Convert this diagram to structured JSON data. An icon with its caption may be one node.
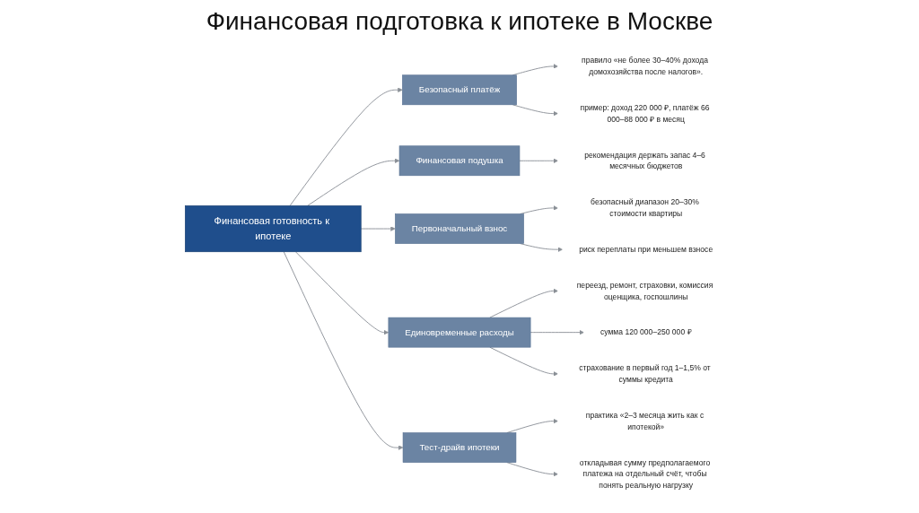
{
  "diagram": {
    "title": "Финансовая подготовка к ипотеке в Москве",
    "nodes": [
      {
        "text": [
          "Финансовая готовность к ипотеке"
        ]
      },
      {
        "text": [
          "Безопасный платёж"
        ]
      },
      {
        "text": [
          "правило «не более 30–40% дохода домохозяйства после налогов»."
        ]
      },
      {
        "text": [
          "пример: доход 220 000 ₽, платёж 66 000–88 000 ₽ в месяц"
        ]
      },
      {
        "text": [
          "Финансовая подушка"
        ]
      },
      {
        "text": [
          "рекомендация держать запас 4–6 месячных бюджетов"
        ]
      },
      {
        "text": [
          "Первоначальный взнос"
        ]
      },
      {
        "text": [
          "безопасный диапазон 20–30% стоимости квартиры"
        ]
      },
      {
        "text": [
          "риск переплаты при меньшем взносе"
        ]
      },
      {
        "text": [
          "Единовременные расходы"
        ]
      },
      {
        "text": [
          "переезд, ремонт, страховки, комиссия оценщика, госпошлины"
        ]
      },
      {
        "text": [
          "сумма 120 000–250 000 ₽"
        ]
      },
      {
        "text": [
          "страхование в первый год 1–1,5% от суммы кредита"
        ]
      },
      {
        "text": [
          "Тест-драйв ипотеки"
        ]
      },
      {
        "text": [
          "практика «2–3 месяца жить как с ипотекой»"
        ]
      },
      {
        "text": [
          "откладывая сумму предполагаемого платежа на отдельный счёт, чтобы понять реальную нагрузку"
        ]
      }
    ],
    "edges": [
      {
        "from": 0,
        "to": 1,
        "arrow": "to"
      },
      {
        "from": 1,
        "to": 2,
        "arrow": "to"
      },
      {
        "from": 1,
        "to": 3,
        "arrow": "to"
      },
      {
        "from": 0,
        "to": 4,
        "arrow": "to"
      },
      {
        "from": 4,
        "to": 5,
        "arrow": "to"
      },
      {
        "from": 0,
        "to": 6,
        "arrow": "to"
      },
      {
        "from": 6,
        "to": 7,
        "arrow": "to"
      },
      {
        "from": 6,
        "to": 8,
        "arrow": "to"
      },
      {
        "from": 0,
        "to": 9,
        "arrow": "to"
      },
      {
        "from": 9,
        "to": 10,
        "arrow": "to"
      },
      {
        "from": 9,
        "to": 11,
        "arrow": "to"
      },
      {
        "from": 9,
        "to": 12,
        "arrow": "to"
      },
      {
        "from": 0,
        "to": 13,
        "arrow": "to"
      },
      {
        "from": 13,
        "to": 14,
        "arrow": "to"
      },
      {
        "from": 13,
        "to": 15,
        "arrow": "to"
      }
    ]
  }
}
